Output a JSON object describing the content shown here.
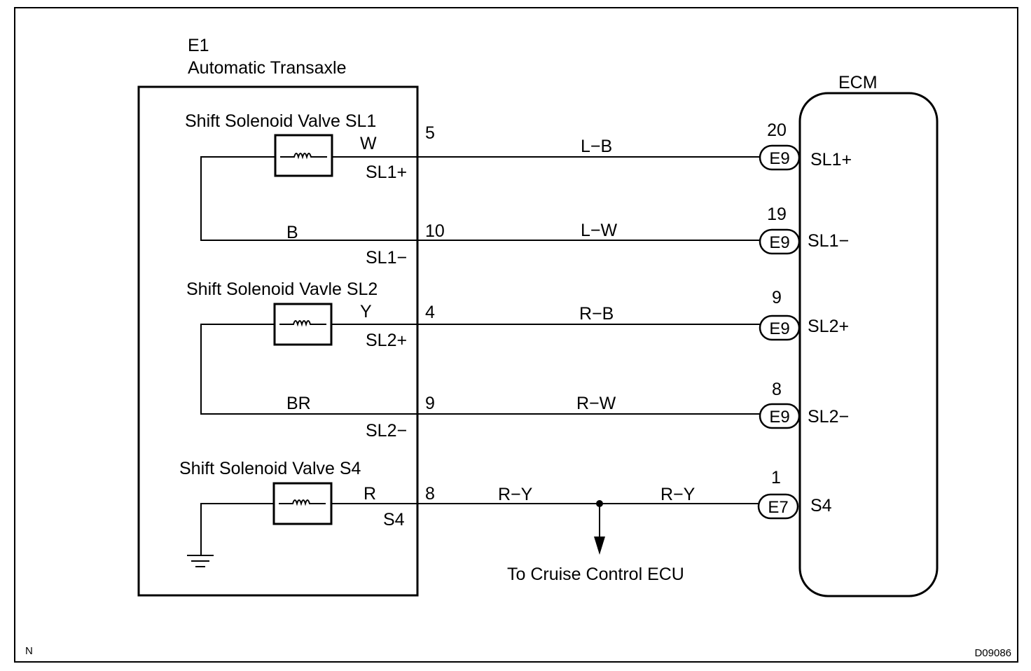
{
  "module": {
    "id": "E1",
    "name": "Automatic Transaxle"
  },
  "ecm": {
    "name": "ECM"
  },
  "solenoids": [
    {
      "name": "Shift Solenoid Valve SL1",
      "plus_color": "W",
      "plus_terminal_name": "SL1+",
      "plus_pin": "5",
      "minus_color": "B",
      "minus_terminal_name": "SL1−",
      "minus_pin": "10"
    },
    {
      "name": "Shift Solenoid Vavle SL2",
      "plus_color": "Y",
      "plus_terminal_name": "SL2+",
      "plus_pin": "4",
      "minus_color": "BR",
      "minus_terminal_name": "SL2−",
      "minus_pin": "9"
    },
    {
      "name": "Shift Solenoid Valve S4",
      "plus_color": "R",
      "plus_terminal_name": "S4",
      "plus_pin": "8"
    }
  ],
  "wires": [
    {
      "color": "L−B",
      "ecm_pin": "20",
      "connector": "E9",
      "ecm_terminal": "SL1+"
    },
    {
      "color": "L−W",
      "ecm_pin": "19",
      "connector": "E9",
      "ecm_terminal": "SL1−"
    },
    {
      "color": "R−B",
      "ecm_pin": "9",
      "connector": "E9",
      "ecm_terminal": "SL2+"
    },
    {
      "color": "R−W",
      "ecm_pin": "8",
      "connector": "E9",
      "ecm_terminal": "SL2−"
    },
    {
      "color": "R−Y",
      "color_after_branch": "R−Y",
      "ecm_pin": "1",
      "connector": "E7",
      "ecm_terminal": "S4"
    }
  ],
  "branch": {
    "label": "To Cruise Control ECU"
  },
  "footer": {
    "left_code": "N",
    "right_code": "D09086"
  }
}
